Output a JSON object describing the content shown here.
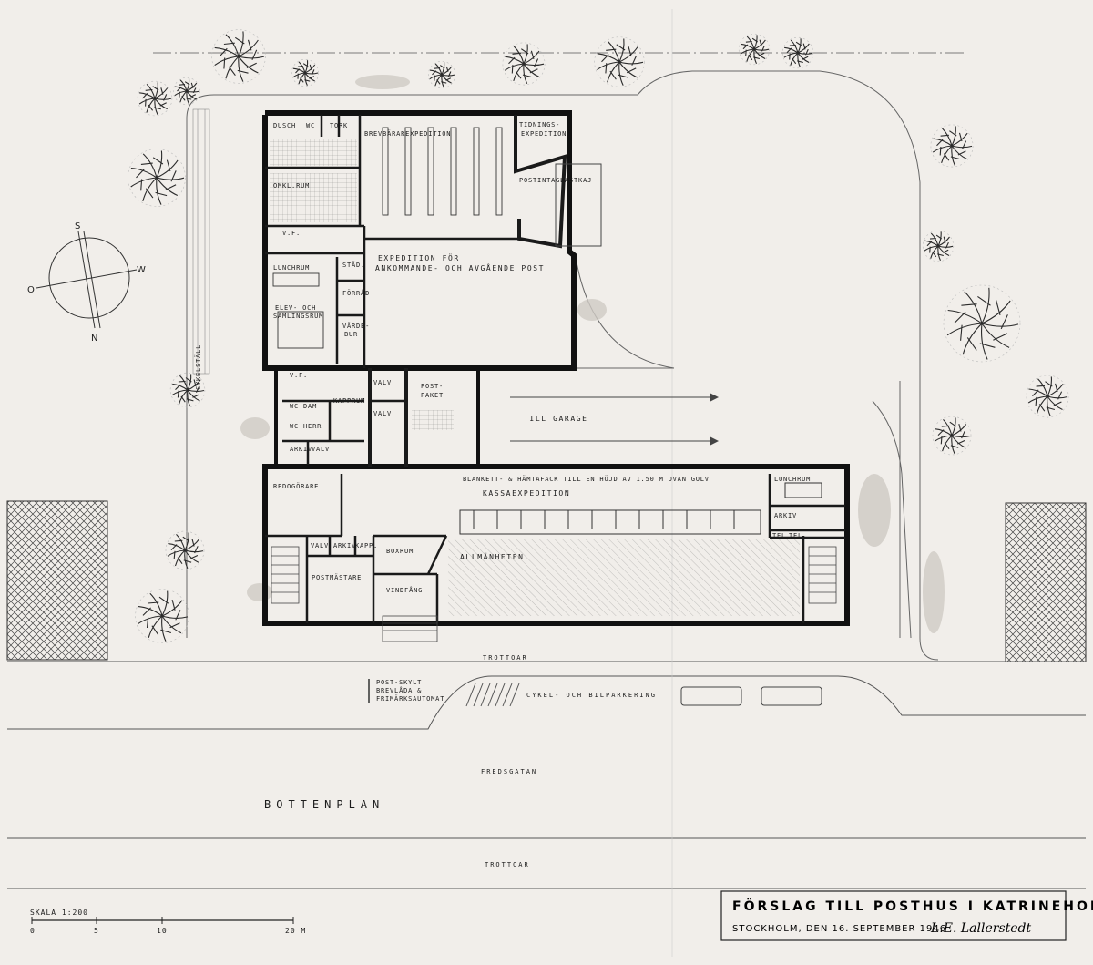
{
  "plan": {
    "title": "BOTTENPLAN",
    "rooms": {
      "dusch": "DUSCH",
      "wc_top": "WC",
      "tork": "TORK",
      "omkl_rum": "OMKL.RUM",
      "brevbarar": "BREVBÄRAREXPEDITION",
      "tidnings": "TIDNINGS-",
      "tidnings2": "EXPEDITION",
      "postintag": "POSTINTAG",
      "lastkaj": "LASTKAJ",
      "vf_top": "V.F.",
      "expedition1": "EXPEDITION FÖR",
      "expedition2": "ANKOMMANDE- OCH AVGÅENDE POST",
      "lunchrum_left": "LUNCHRUM",
      "stad": "STÄD.",
      "forrad": "FÖRRÅD",
      "elev1": "ELEV- OCH",
      "elev2": "SAMLINGSRUM",
      "varde1": "VÄRDE-",
      "varde2": "BUR",
      "vf_mid": "V.F.",
      "kapprum": "KAPPRUM",
      "wc_dam": "WC DAM",
      "wc_herr": "WC HERR",
      "valv1": "VALV",
      "valv2": "VALV",
      "postpaket1": "POST-",
      "postpaket2": "PAKET",
      "till_garage": "TILL GARAGE",
      "arkiv_l": "ARKIV",
      "valv_l": "VALV",
      "redogorare": "REDOGÖRARE",
      "blankett": "BLANKETT- & HÄMTAFACK TILL EN HÖJD AV 1.50 M OVAN GOLV",
      "kassaexpedition": "KASSAEXPEDITION",
      "lunchrum_right": "LUNCHRUM",
      "arkiv_r": "ARKIV",
      "tel1": "TEL.",
      "tel2": "TEL.",
      "valv_b": "VALV",
      "arkiv_b": "ARKIV",
      "kapp_b": "KAPP.",
      "boxrum": "BOXRUM",
      "allmanheten": "ALLMÄNHETEN",
      "postmastare": "POSTMÄSTARE",
      "vindfang": "VINDFÅNG",
      "cykelstall": "CYKELSTÄLL"
    },
    "street": {
      "trottoar_top": "TROTTOAR",
      "postskylt1": "POST-SKYLT",
      "postskylt2": "BREVLÅDA &",
      "postskylt3": "FRIMÄRKSAUTOMAT",
      "parking": "CYKEL- OCH BILPARKERING",
      "fredsgatan": "FREDSGATAN",
      "trottoar_bottom": "TROTTOAR"
    },
    "compass": {
      "s": "S",
      "w": "W",
      "o": "O",
      "n": "N"
    },
    "scale": {
      "label": "SKALA 1:200",
      "ticks": [
        "0",
        "5",
        "10",
        "20 M"
      ]
    },
    "title_block": {
      "title": "FÖRSLAG TILL POSTHUS I KATRINEHOLM",
      "place_date": "STOCKHOLM, DEN 16. SEPTEMBER 1946",
      "signature": "L.E. Lallerstedt"
    }
  }
}
